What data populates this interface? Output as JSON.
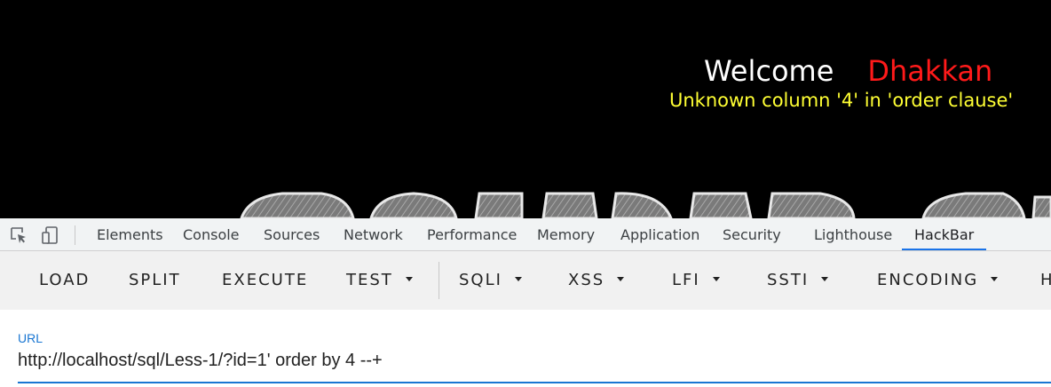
{
  "page": {
    "welcome": "Welcome",
    "user": "Dhakkan",
    "error": "Unknown column '4' in 'order clause'"
  },
  "devtools": {
    "tabs": [
      {
        "label": "Elements"
      },
      {
        "label": "Console"
      },
      {
        "label": "Sources"
      },
      {
        "label": "Network"
      },
      {
        "label": "Performance"
      },
      {
        "label": "Memory"
      },
      {
        "label": "Application"
      },
      {
        "label": "Security"
      },
      {
        "label": "Lighthouse"
      },
      {
        "label": "HackBar",
        "active": true
      }
    ],
    "active_color": "#1a73e8"
  },
  "hackbar": {
    "buttons": [
      {
        "label": "LOAD"
      },
      {
        "label": "SPLIT"
      },
      {
        "label": "EXECUTE"
      },
      {
        "label": "TEST",
        "dropdown": true
      },
      {
        "label": "SQLI",
        "dropdown": true
      },
      {
        "label": "XSS",
        "dropdown": true
      },
      {
        "label": "LFI",
        "dropdown": true
      },
      {
        "label": "SSTI",
        "dropdown": true
      },
      {
        "label": "ENCODING",
        "dropdown": true
      },
      {
        "label": "H"
      }
    ],
    "url_label": "URL",
    "url_value": "http://localhost/sql/Less-1/?id=1' order by 4 --+"
  }
}
